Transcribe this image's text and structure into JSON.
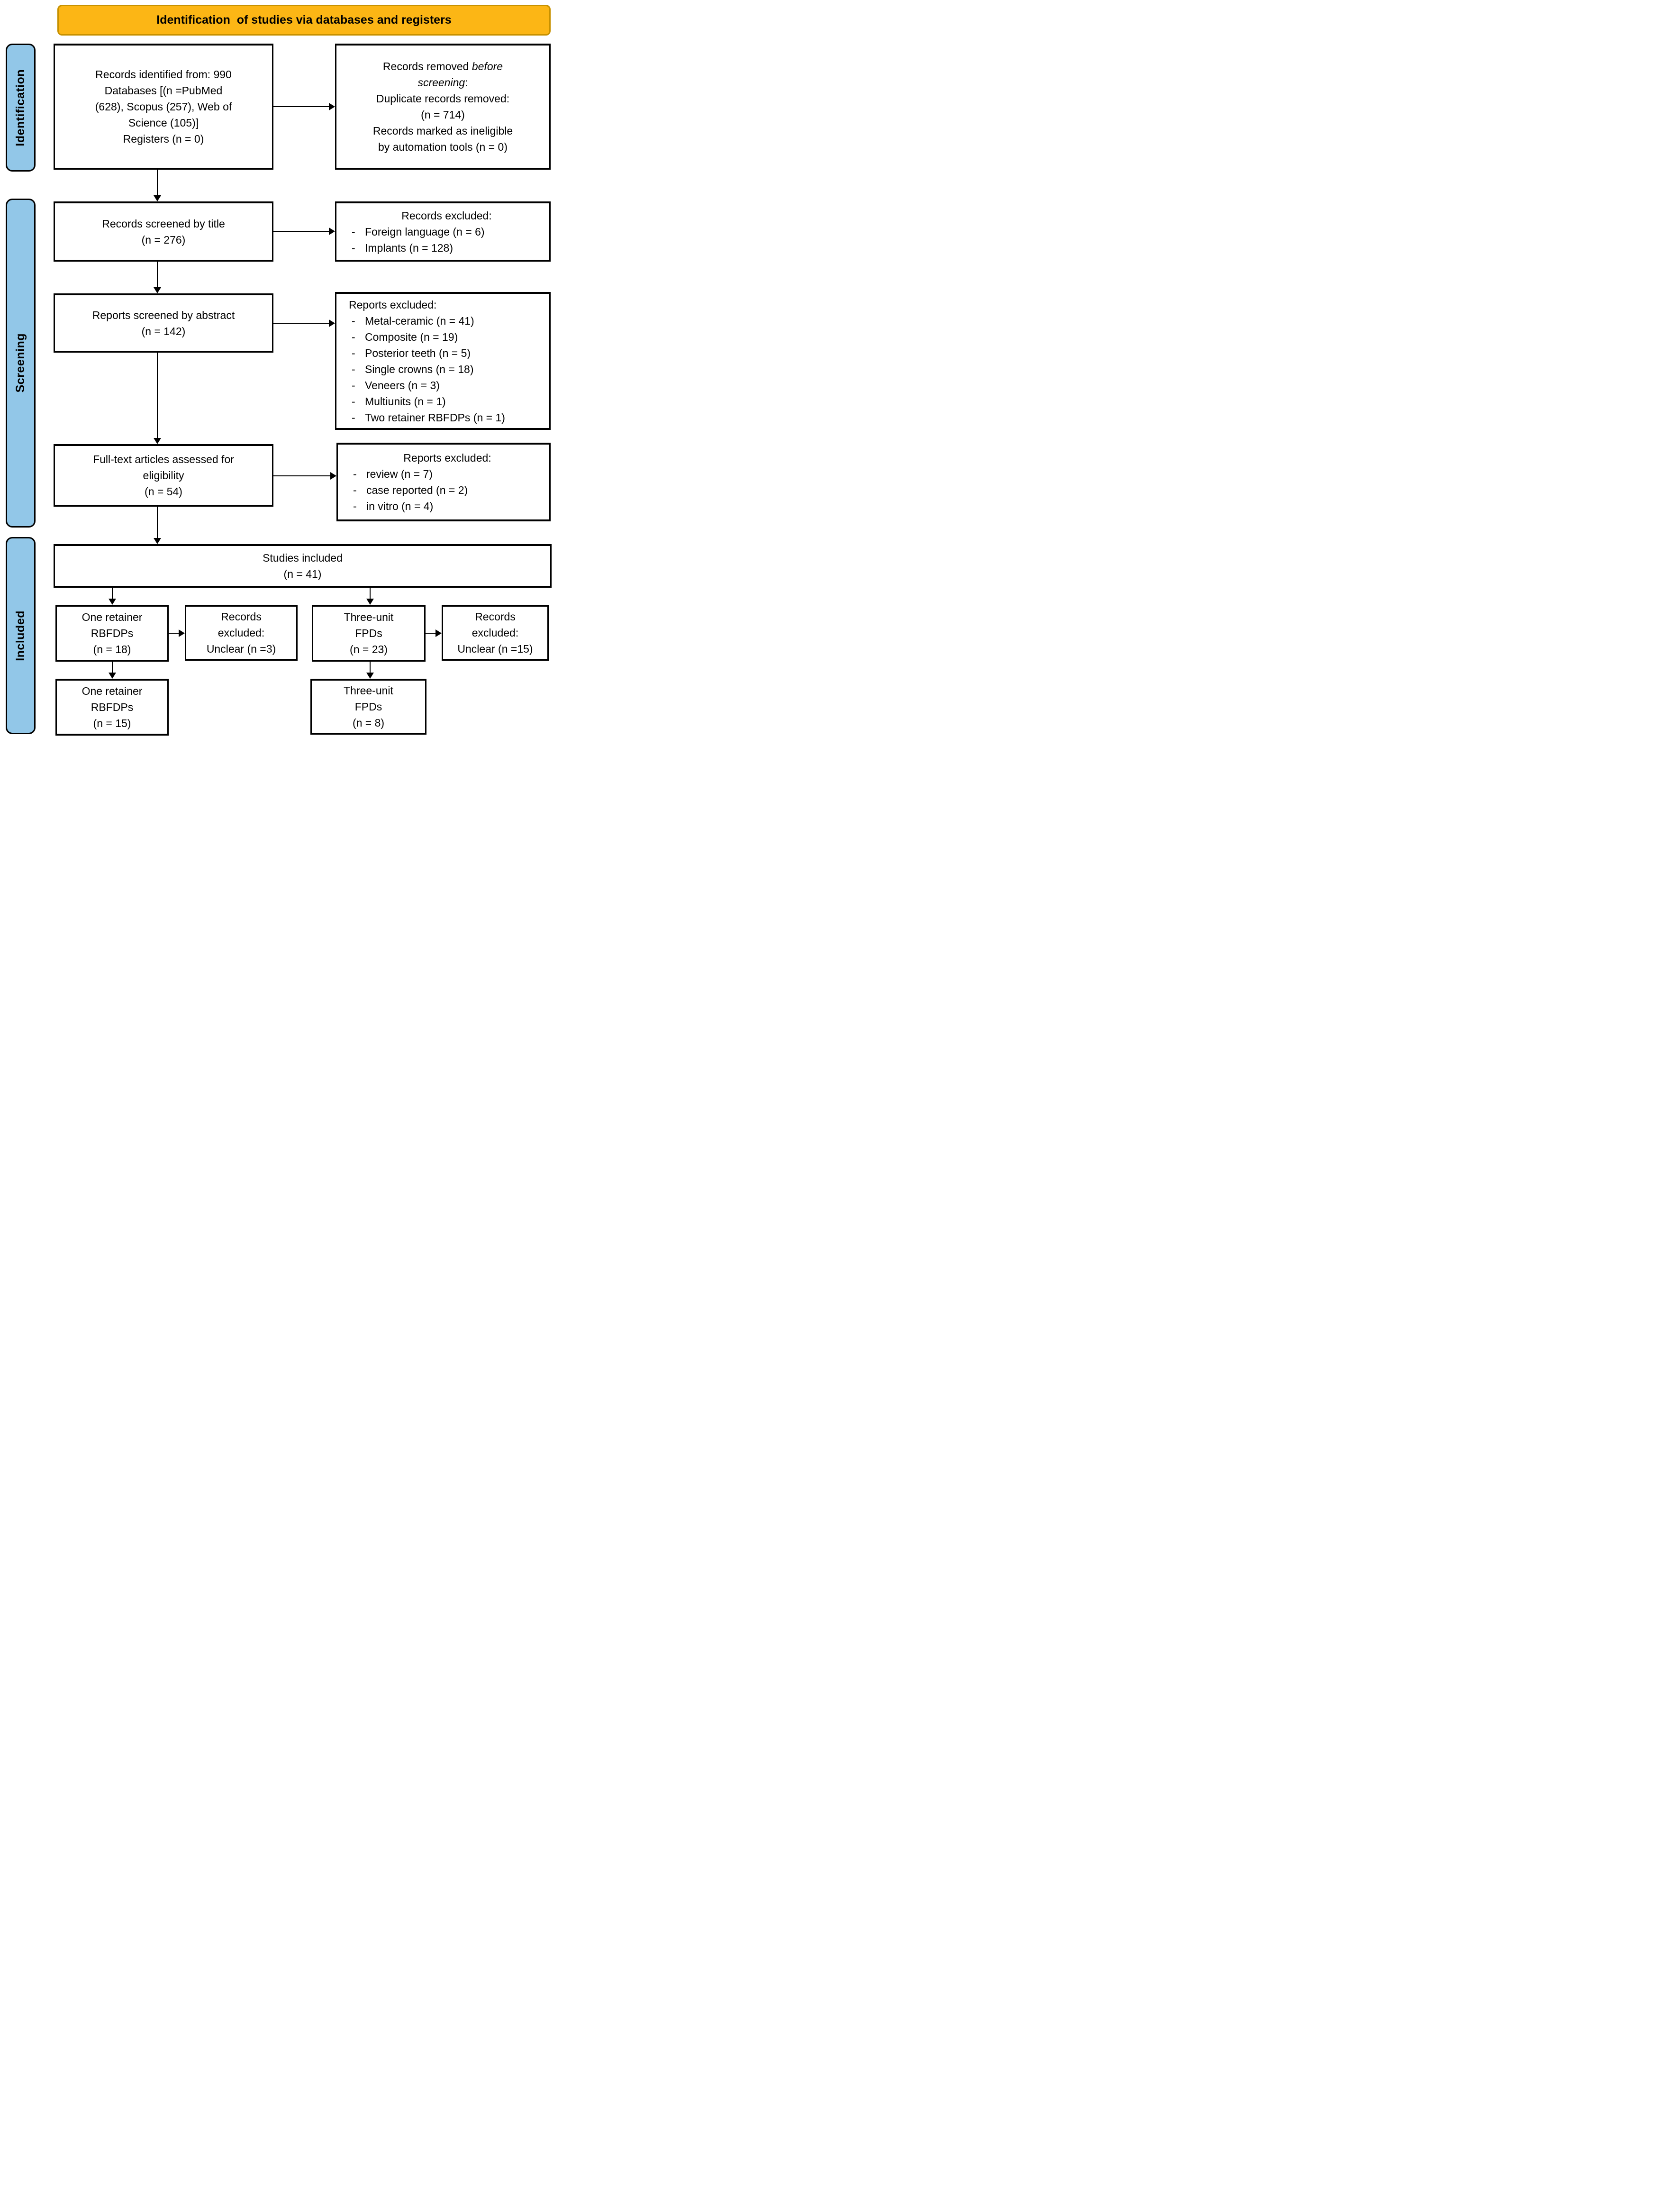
{
  "banner": {
    "label": "Identification  of studies via databases and registers"
  },
  "sidebars": {
    "identification": "Identification",
    "screening": "Screening",
    "included": "Included"
  },
  "misc": {
    "dash": "-"
  },
  "colors": {
    "banner_bg": "#FCB615",
    "banner_border": "#C79100",
    "sidebar_bg": "#92C7E8",
    "box_border": "#000000"
  },
  "boxes": {
    "records_identified": {
      "lines": [
        "Records identified from: 990",
        "Databases [(n =PubMed",
        "(628), Scopus (257), Web of",
        "Science (105)]",
        "Registers (n = 0)"
      ]
    },
    "records_removed": {
      "l1_regular": "Records removed ",
      "l1_italic": "before",
      "l2_italic": "screening",
      "l2_colon": ":",
      "lines": [
        "Duplicate records removed:",
        "(n = 714)",
        "Records marked as ineligible",
        "by automation tools (n = 0)"
      ]
    },
    "records_screened_title": {
      "lines": [
        "Records screened by title",
        "(n = 276)"
      ]
    },
    "records_excluded_title": {
      "header": "Records excluded:",
      "items": [
        "Foreign language (n = 6)",
        "Implants (n = 128)"
      ]
    },
    "reports_screened_abstract": {
      "lines": [
        "Reports screened by abstract",
        "(n = 142)"
      ]
    },
    "reports_excluded_abstract": {
      "header": "Reports excluded:",
      "items": [
        "Metal-ceramic (n = 41)",
        "Composite (n = 19)",
        "Posterior teeth (n = 5)",
        "Single crowns (n = 18)",
        "Veneers (n = 3)",
        "Multiunits (n = 1)",
        "Two retainer RBFDPs (n = 1)"
      ]
    },
    "fulltext_assessed": {
      "lines": [
        "Full-text articles assessed for",
        "eligibility",
        "(n = 54)"
      ]
    },
    "reports_excluded_fulltext": {
      "header": "Reports excluded:",
      "items": [
        "review (n = 7)",
        "case reported (n = 2)",
        "in vitro (n = 4)"
      ]
    },
    "studies_included": {
      "lines": [
        "Studies included",
        "(n = 41)"
      ]
    },
    "one_retainer_18": {
      "lines": [
        "One retainer",
        "RBFDPs",
        "(n = 18)"
      ]
    },
    "records_excluded_unclear3": {
      "lines": [
        "Records",
        "excluded:",
        "Unclear (n =3)"
      ]
    },
    "three_unit_23": {
      "lines": [
        "Three-unit",
        "FPDs",
        "(n = 23)"
      ]
    },
    "records_excluded_unclear15": {
      "lines": [
        "Records",
        "excluded:",
        "Unclear (n =15)"
      ]
    },
    "one_retainer_15": {
      "lines": [
        "One retainer",
        "RBFDPs",
        "(n = 15)"
      ]
    },
    "three_unit_8": {
      "lines": [
        "Three-unit",
        "FPDs",
        "(n = 8)"
      ]
    }
  }
}
